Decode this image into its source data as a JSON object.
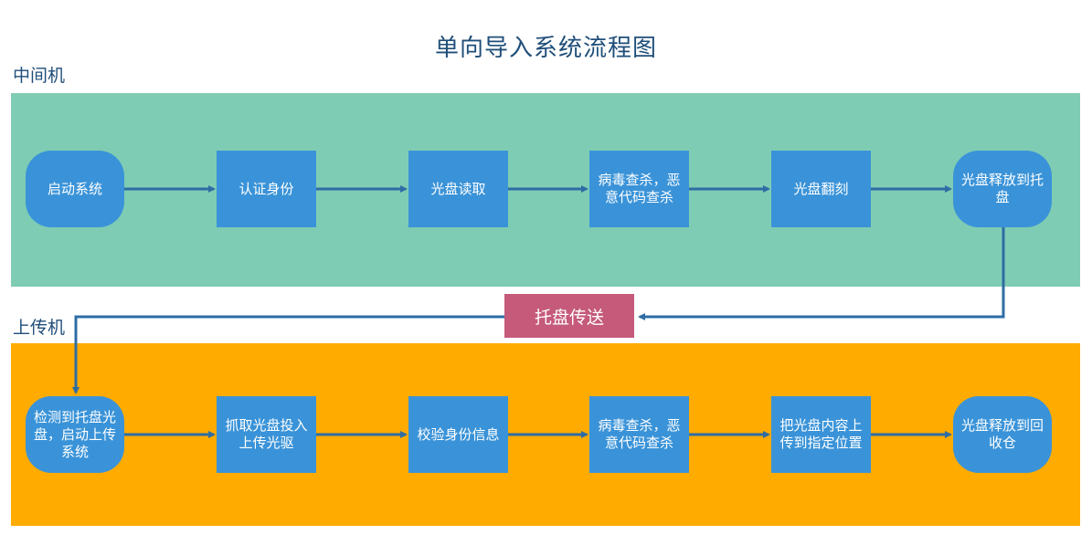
{
  "title": "单向导入系统流程图",
  "lanes": {
    "top": {
      "label": "中间机",
      "color": "#7fccb4"
    },
    "bottom": {
      "label": "上传机",
      "color": "#ffab00"
    }
  },
  "nodes": {
    "top": [
      {
        "label": "启动系统",
        "shape": "pill"
      },
      {
        "label": "认证身份",
        "shape": "rect"
      },
      {
        "label": "光盘读取",
        "shape": "rect"
      },
      {
        "label": "病毒查杀，恶意代码查杀",
        "shape": "rect"
      },
      {
        "label": "光盘翻刻",
        "shape": "rect"
      },
      {
        "label": "光盘释放到托盘",
        "shape": "pill"
      }
    ],
    "bottom": [
      {
        "label": "检测到托盘光盘，启动上传系统",
        "shape": "pill"
      },
      {
        "label": "抓取光盘投入上传光驱",
        "shape": "rect"
      },
      {
        "label": "校验身份信息",
        "shape": "rect"
      },
      {
        "label": "病毒查杀，恶意代码查杀",
        "shape": "rect"
      },
      {
        "label": "把光盘内容上传到指定位置",
        "shape": "rect"
      },
      {
        "label": "光盘释放到回收仓",
        "shape": "pill"
      }
    ]
  },
  "transfer": {
    "label": "托盘传送"
  },
  "colors": {
    "node": "#3a93d8",
    "arrow": "#2e6da4",
    "transfer": "#c55a7b",
    "title": "#1f4e79"
  }
}
